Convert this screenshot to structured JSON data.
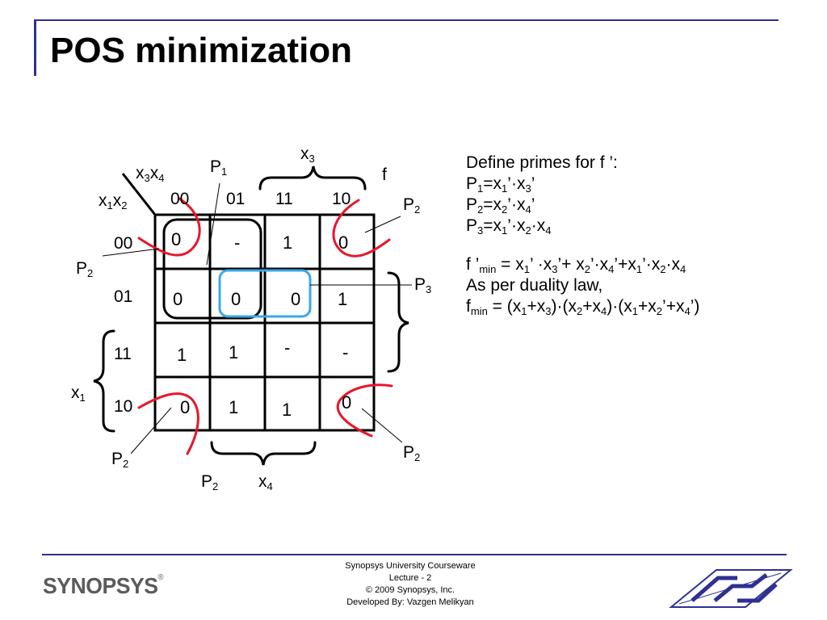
{
  "slide": {
    "title": "POS minimization"
  },
  "kmap": {
    "corner_col_var_1": "x",
    "corner_col_sub_1": "3",
    "corner_col_var_2": "x",
    "corner_col_sub_2": "4",
    "corner_row_var_1": "x",
    "corner_row_sub_1": "1",
    "corner_row_var_2": "x",
    "corner_row_sub_2": "2",
    "col_headers": [
      "00",
      "01",
      "11",
      "10"
    ],
    "row_headers": [
      "00",
      "01",
      "11",
      "10"
    ],
    "cells": [
      [
        "0",
        "-",
        "1",
        "0"
      ],
      [
        "0",
        "0",
        "0",
        "1"
      ],
      [
        "1",
        "1",
        "-",
        "-"
      ],
      [
        "0",
        "1",
        "1",
        "0"
      ]
    ],
    "function_label": "f",
    "x3_var": "x",
    "x3_sub": "3",
    "x4_var": "x",
    "x4_sub": "4",
    "x1_var": "x",
    "x1_sub": "1",
    "p1_var": "P",
    "p1_sub": "1",
    "p2_var": "P",
    "p2_sub": "2",
    "p3_var": "P",
    "p3_sub": "3",
    "colors": {
      "grid": "#000000",
      "p1_loop": "#000000",
      "p2_curves": "#e8162b",
      "p3_loop": "#3aa8e8"
    }
  },
  "definitions": {
    "heading": "Define primes for f ’:",
    "p1": {
      "lhs": "P",
      "lhs_sub": "1",
      "eq": "=x",
      "a_sub": "1",
      "mid": "’·x",
      "b_sub": "3",
      "end": "’"
    },
    "p2": {
      "lhs": "P",
      "lhs_sub": "2",
      "eq": "=x",
      "a_sub": "2",
      "mid": "’·x",
      "b_sub": "4",
      "end": "’"
    },
    "p3": {
      "lhs": "P",
      "lhs_sub": "3",
      "eq": "=x",
      "a_sub": "1",
      "mid": "’·x",
      "b_sub": "2",
      "mid2": "·x",
      "c_sub": "4"
    },
    "fmin_prime": {
      "f": "f ’",
      "f_sub": "min",
      "t1": " = x",
      "s1": "1",
      "t2": "’ ·x",
      "s2": "3",
      "t3": "’+ x",
      "s3": "2",
      "t4": "’·x",
      "s4": "4",
      "t5": "’+x",
      "s5": "1",
      "t6": "’·x",
      "s6": "2",
      "t7": "·x",
      "s7": "4"
    },
    "duality": "As per duality law,",
    "fmin": {
      "f": "f",
      "f_sub": "min",
      "t1": " = (x",
      "s1": "1",
      "t2": "+x",
      "s2": "3",
      "t3": ")·(x",
      "s3": "2",
      "t4": "+x",
      "s4": "4",
      "t5": ")·(x",
      "s5": "1",
      "t6": "+x",
      "s6": "2",
      "t7": "’+x",
      "s7": "4",
      "t8": "’)"
    }
  },
  "footer": {
    "line1": "Synopsys University Courseware",
    "line2": "Lecture  - 2",
    "line3": "© 2009 Synopsys, Inc.",
    "line4": "Developed By: Vazgen Melikyan"
  },
  "logo": {
    "text": "SYNOPSYS",
    "reg": "®"
  }
}
